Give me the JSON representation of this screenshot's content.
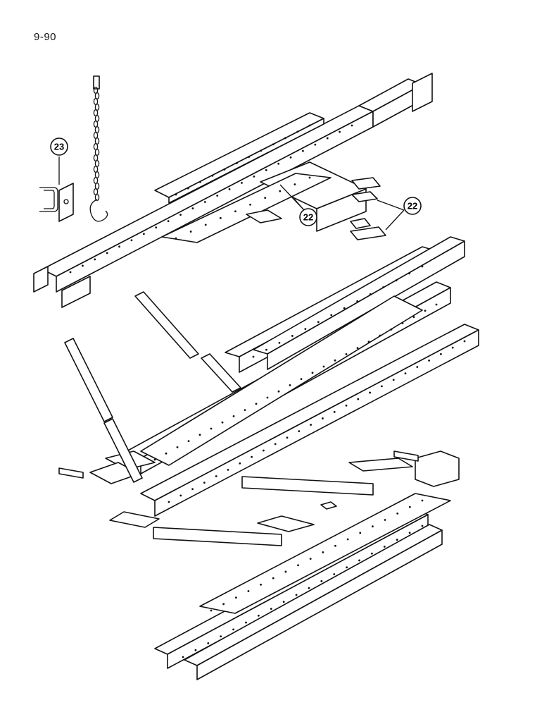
{
  "page": {
    "number": "9-90"
  },
  "callouts": {
    "c23": "23",
    "c22a": "22",
    "c22b": "22"
  }
}
